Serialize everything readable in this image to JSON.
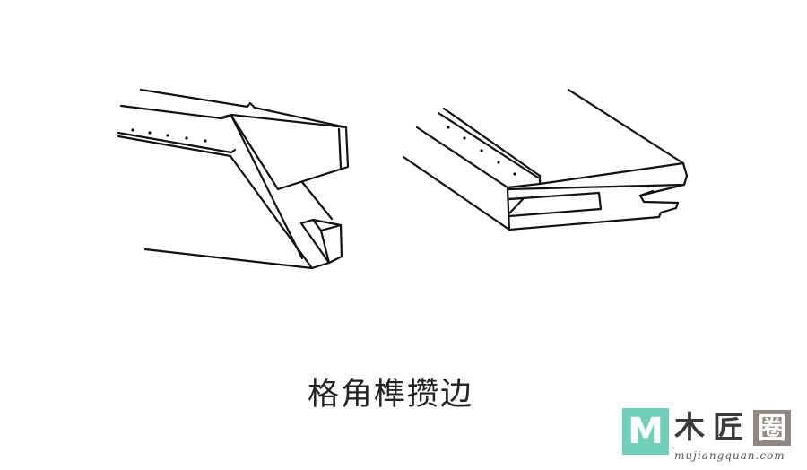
{
  "figure": {
    "caption": "格角榫攒边",
    "drawings": [
      {
        "name": "left-joint",
        "description": "mitered tenon frame joint, exploded view"
      },
      {
        "name": "right-joint",
        "description": "board end with mortise slots"
      }
    ],
    "line_color": "#111111",
    "background": "#ffffff"
  },
  "watermark": {
    "logo_letter": "M",
    "chars": [
      "木",
      "匠",
      "圈"
    ],
    "domain": "mujiangquan.com",
    "colors": {
      "m_block": "#6fd0b7",
      "text": "#3a3a3a",
      "last_block": "#8e8880"
    }
  }
}
